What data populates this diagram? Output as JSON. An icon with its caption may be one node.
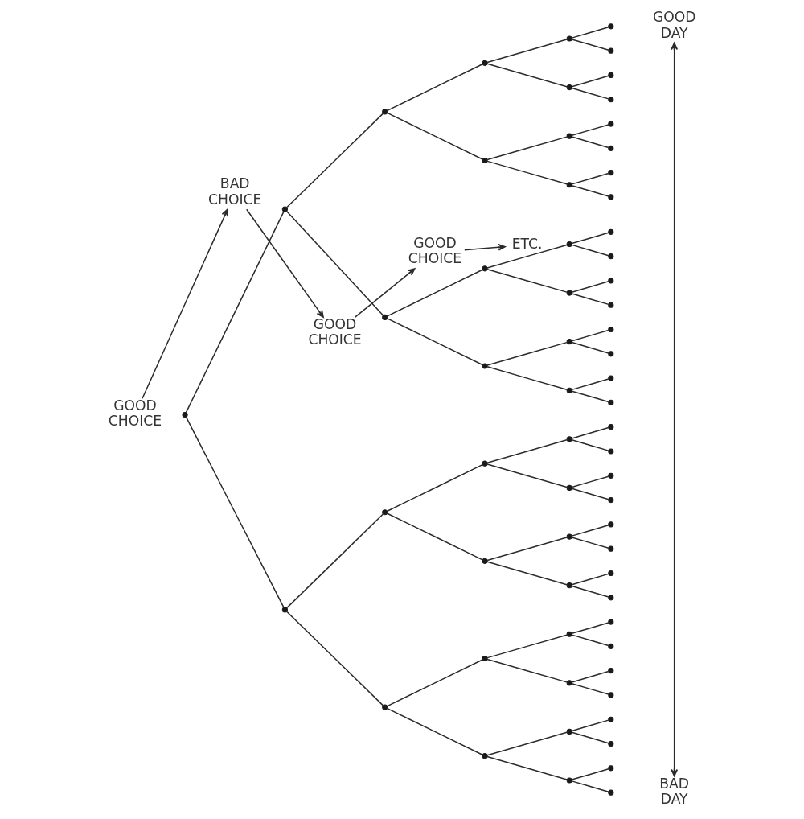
{
  "diagram": {
    "nodes": [
      {
        "text": [],
        "shape": "circle"
      },
      {
        "text": [],
        "shape": "circle"
      },
      {
        "text": [],
        "shape": "circle"
      },
      {
        "text": [],
        "shape": "circle"
      },
      {
        "text": [],
        "shape": "circle"
      },
      {
        "text": [],
        "shape": "circle"
      },
      {
        "text": [],
        "shape": "circle"
      },
      {
        "text": [],
        "shape": "circle"
      },
      {
        "text": [],
        "shape": "circle"
      },
      {
        "text": [],
        "shape": "circle"
      },
      {
        "text": [],
        "shape": "circle"
      },
      {
        "text": [],
        "shape": "circle"
      },
      {
        "text": [],
        "shape": "circle"
      },
      {
        "text": [],
        "shape": "circle"
      },
      {
        "text": [],
        "shape": "circle"
      },
      {
        "text": [],
        "shape": "circle"
      },
      {
        "text": [],
        "shape": "circle"
      },
      {
        "text": [],
        "shape": "circle"
      },
      {
        "text": [],
        "shape": "circle"
      },
      {
        "text": [],
        "shape": "circle"
      },
      {
        "text": [],
        "shape": "circle"
      },
      {
        "text": [],
        "shape": "circle"
      },
      {
        "text": [],
        "shape": "circle"
      },
      {
        "text": [],
        "shape": "circle"
      },
      {
        "text": [],
        "shape": "circle"
      },
      {
        "text": [],
        "shape": "circle"
      },
      {
        "text": [],
        "shape": "circle"
      },
      {
        "text": [],
        "shape": "circle"
      },
      {
        "text": [],
        "shape": "circle"
      },
      {
        "text": [],
        "shape": "circle"
      },
      {
        "text": [],
        "shape": "circle"
      },
      {
        "text": [],
        "shape": "circle"
      },
      {
        "text": [],
        "shape": "circle"
      },
      {
        "text": [],
        "shape": "circle"
      },
      {
        "text": [],
        "shape": "circle"
      },
      {
        "text": [],
        "shape": "circle"
      },
      {
        "text": [],
        "shape": "circle"
      },
      {
        "text": [],
        "shape": "circle"
      },
      {
        "text": [],
        "shape": "circle"
      },
      {
        "text": [],
        "shape": "circle"
      },
      {
        "text": [],
        "shape": "circle"
      },
      {
        "text": [],
        "shape": "circle"
      },
      {
        "text": [],
        "shape": "circle"
      },
      {
        "text": [],
        "shape": "circle"
      },
      {
        "text": [],
        "shape": "circle"
      },
      {
        "text": [],
        "shape": "circle"
      },
      {
        "text": [],
        "shape": "circle"
      },
      {
        "text": [],
        "shape": "circle"
      },
      {
        "text": [],
        "shape": "circle"
      },
      {
        "text": [],
        "shape": "circle"
      },
      {
        "text": [],
        "shape": "circle"
      },
      {
        "text": [],
        "shape": "circle"
      },
      {
        "text": [],
        "shape": "circle"
      },
      {
        "text": [],
        "shape": "circle"
      },
      {
        "text": [],
        "shape": "circle"
      },
      {
        "text": [],
        "shape": "circle"
      },
      {
        "text": [],
        "shape": "circle"
      },
      {
        "text": [],
        "shape": "circle"
      },
      {
        "text": [],
        "shape": "circle"
      },
      {
        "text": [],
        "shape": "circle"
      },
      {
        "text": [],
        "shape": "circle"
      },
      {
        "text": [],
        "shape": "circle"
      },
      {
        "text": [],
        "shape": "circle"
      },
      {
        "text": [
          "GOOD CHOICE"
        ]
      },
      {
        "text": [
          "BAD CHOICE"
        ]
      },
      {
        "text": [
          "GOOD CHOICE"
        ]
      },
      {
        "text": [
          "GOOD CHOICE"
        ]
      },
      {
        "text": [
          "ETC."
        ]
      },
      {
        "text": [
          "GOOD DAY"
        ]
      },
      {
        "text": [
          "BAD DAY"
        ]
      }
    ],
    "edges": [
      {
        "from": 0,
        "to": 1,
        "arrow": "none"
      },
      {
        "from": 0,
        "to": 2,
        "arrow": "none"
      },
      {
        "from": 1,
        "to": 3,
        "arrow": "none"
      },
      {
        "from": 1,
        "to": 4,
        "arrow": "none"
      },
      {
        "from": 2,
        "to": 5,
        "arrow": "none"
      },
      {
        "from": 2,
        "to": 6,
        "arrow": "none"
      },
      {
        "from": 3,
        "to": 7,
        "arrow": "none"
      },
      {
        "from": 3,
        "to": 8,
        "arrow": "none"
      },
      {
        "from": 4,
        "to": 9,
        "arrow": "none"
      },
      {
        "from": 4,
        "to": 10,
        "arrow": "none"
      },
      {
        "from": 5,
        "to": 11,
        "arrow": "none"
      },
      {
        "from": 5,
        "to": 12,
        "arrow": "none"
      },
      {
        "from": 6,
        "to": 13,
        "arrow": "none"
      },
      {
        "from": 6,
        "to": 14,
        "arrow": "none"
      },
      {
        "from": 7,
        "to": 15,
        "arrow": "none"
      },
      {
        "from": 7,
        "to": 16,
        "arrow": "none"
      },
      {
        "from": 8,
        "to": 17,
        "arrow": "none"
      },
      {
        "from": 8,
        "to": 18,
        "arrow": "none"
      },
      {
        "from": 9,
        "to": 19,
        "arrow": "none"
      },
      {
        "from": 9,
        "to": 20,
        "arrow": "none"
      },
      {
        "from": 10,
        "to": 21,
        "arrow": "none"
      },
      {
        "from": 10,
        "to": 22,
        "arrow": "none"
      },
      {
        "from": 11,
        "to": 23,
        "arrow": "none"
      },
      {
        "from": 11,
        "to": 24,
        "arrow": "none"
      },
      {
        "from": 12,
        "to": 25,
        "arrow": "none"
      },
      {
        "from": 12,
        "to": 26,
        "arrow": "none"
      },
      {
        "from": 13,
        "to": 27,
        "arrow": "none"
      },
      {
        "from": 13,
        "to": 28,
        "arrow": "none"
      },
      {
        "from": 14,
        "to": 29,
        "arrow": "none"
      },
      {
        "from": 14,
        "to": 30,
        "arrow": "none"
      },
      {
        "from": 15,
        "to": 31,
        "arrow": "none"
      },
      {
        "from": 15,
        "to": 32,
        "arrow": "none"
      },
      {
        "from": 16,
        "to": 33,
        "arrow": "none"
      },
      {
        "from": 16,
        "to": 34,
        "arrow": "none"
      },
      {
        "from": 17,
        "to": 35,
        "arrow": "none"
      },
      {
        "from": 17,
        "to": 36,
        "arrow": "none"
      },
      {
        "from": 18,
        "to": 37,
        "arrow": "none"
      },
      {
        "from": 18,
        "to": 38,
        "arrow": "none"
      },
      {
        "from": 19,
        "to": 39,
        "arrow": "none"
      },
      {
        "from": 19,
        "to": 40,
        "arrow": "none"
      },
      {
        "from": 20,
        "to": 41,
        "arrow": "none"
      },
      {
        "from": 20,
        "to": 42,
        "arrow": "none"
      },
      {
        "from": 21,
        "to": 43,
        "arrow": "none"
      },
      {
        "from": 21,
        "to": 44,
        "arrow": "none"
      },
      {
        "from": 22,
        "to": 45,
        "arrow": "none"
      },
      {
        "from": 22,
        "to": 46,
        "arrow": "none"
      },
      {
        "from": 23,
        "to": 47,
        "arrow": "none"
      },
      {
        "from": 23,
        "to": 48,
        "arrow": "none"
      },
      {
        "from": 24,
        "to": 49,
        "arrow": "none"
      },
      {
        "from": 24,
        "to": 50,
        "arrow": "none"
      },
      {
        "from": 25,
        "to": 51,
        "arrow": "none"
      },
      {
        "from": 25,
        "to": 52,
        "arrow": "none"
      },
      {
        "from": 26,
        "to": 53,
        "arrow": "none"
      },
      {
        "from": 26,
        "to": 54,
        "arrow": "none"
      },
      {
        "from": 27,
        "to": 55,
        "arrow": "none"
      },
      {
        "from": 27,
        "to": 56,
        "arrow": "none"
      },
      {
        "from": 28,
        "to": 57,
        "arrow": "none"
      },
      {
        "from": 28,
        "to": 58,
        "arrow": "none"
      },
      {
        "from": 29,
        "to": 59,
        "arrow": "none"
      },
      {
        "from": 29,
        "to": 60,
        "arrow": "none"
      },
      {
        "from": 30,
        "to": 61,
        "arrow": "none"
      },
      {
        "from": 30,
        "to": 62,
        "arrow": "none"
      },
      {
        "from": 63,
        "to": 64,
        "arrow": "to"
      },
      {
        "from": 64,
        "to": 65,
        "arrow": "to"
      },
      {
        "from": 65,
        "to": 66,
        "arrow": "to"
      },
      {
        "from": 66,
        "to": 67,
        "arrow": "to"
      },
      {
        "from": 68,
        "to": 69,
        "arrow": "both"
      }
    ]
  }
}
